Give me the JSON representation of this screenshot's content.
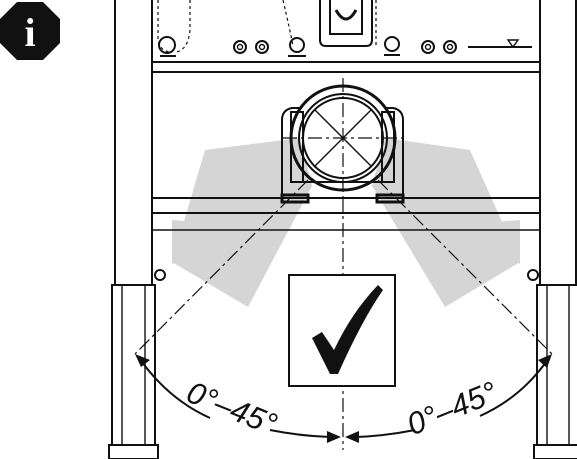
{
  "info_badge": {
    "icon": "info-icon",
    "letter": "i",
    "color": "#111111"
  },
  "angle_labels": {
    "left": "0°–45°",
    "right": "0°–45°"
  },
  "check_panel": {
    "icon": "checkmark-icon"
  },
  "colors": {
    "line": "#111111",
    "tolerance_band": "#d5d5d5",
    "background": "#ffffff"
  }
}
